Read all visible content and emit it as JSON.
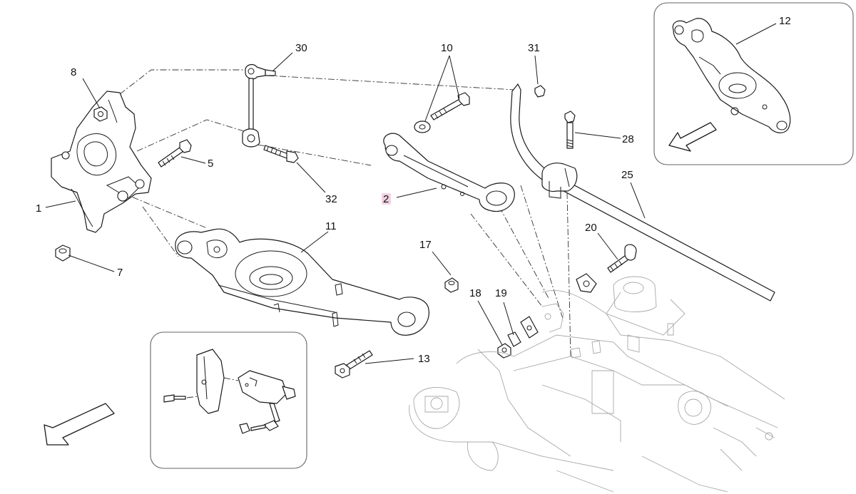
{
  "diagram": {
    "callouts": {
      "c1": "1",
      "c2": "2",
      "c5": "5",
      "c7": "7",
      "c8": "8",
      "c10": "10",
      "c11": "11",
      "c12": "12",
      "c13": "13",
      "c17": "17",
      "c18": "18",
      "c19": "19",
      "c20": "20",
      "c25": "25",
      "c28": "28",
      "c30": "30",
      "c31": "31",
      "c32": "32"
    },
    "highlight_color": "#f3d2e4",
    "line_color": "#1a1a1a",
    "background": "#ffffff"
  }
}
